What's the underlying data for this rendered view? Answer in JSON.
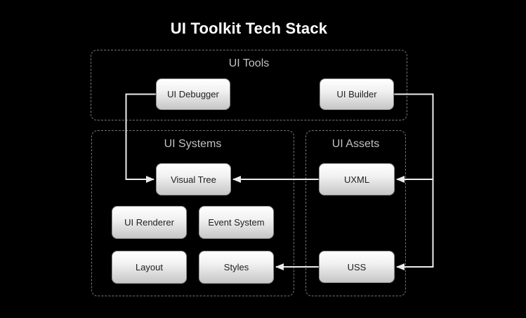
{
  "title": "UI Toolkit Tech Stack",
  "groups": {
    "tools": {
      "label": "UI Tools"
    },
    "systems": {
      "label": "UI Systems"
    },
    "assets": {
      "label": "UI Assets"
    }
  },
  "nodes": {
    "ui_debugger": {
      "label": "UI Debugger",
      "group": "UI Tools"
    },
    "ui_builder": {
      "label": "UI Builder",
      "group": "UI Tools"
    },
    "visual_tree": {
      "label": "Visual Tree",
      "group": "UI Systems"
    },
    "ui_renderer": {
      "label": "UI Renderer",
      "group": "UI Systems"
    },
    "event_system": {
      "label": "Event System",
      "group": "UI Systems"
    },
    "layout": {
      "label": "Layout",
      "group": "UI Systems"
    },
    "styles": {
      "label": "Styles",
      "group": "UI Systems"
    },
    "uxml": {
      "label": "UXML",
      "group": "UI Assets"
    },
    "uss": {
      "label": "USS",
      "group": "UI Assets"
    }
  },
  "edges": [
    {
      "from": "UI Debugger",
      "to": "Visual Tree"
    },
    {
      "from": "UI Builder",
      "to": "UXML"
    },
    {
      "from": "UI Builder",
      "to": "USS"
    },
    {
      "from": "UXML",
      "to": "Visual Tree"
    },
    {
      "from": "USS",
      "to": "Styles"
    }
  ],
  "colors": {
    "background": "#000000",
    "title": "#ffffff",
    "group_border": "#757575",
    "group_label": "#c2c2c2",
    "node_top": "#ffffff",
    "node_bottom": "#c6c6c6",
    "node_text": "#1e1e1e",
    "connector": "#ececec"
  }
}
